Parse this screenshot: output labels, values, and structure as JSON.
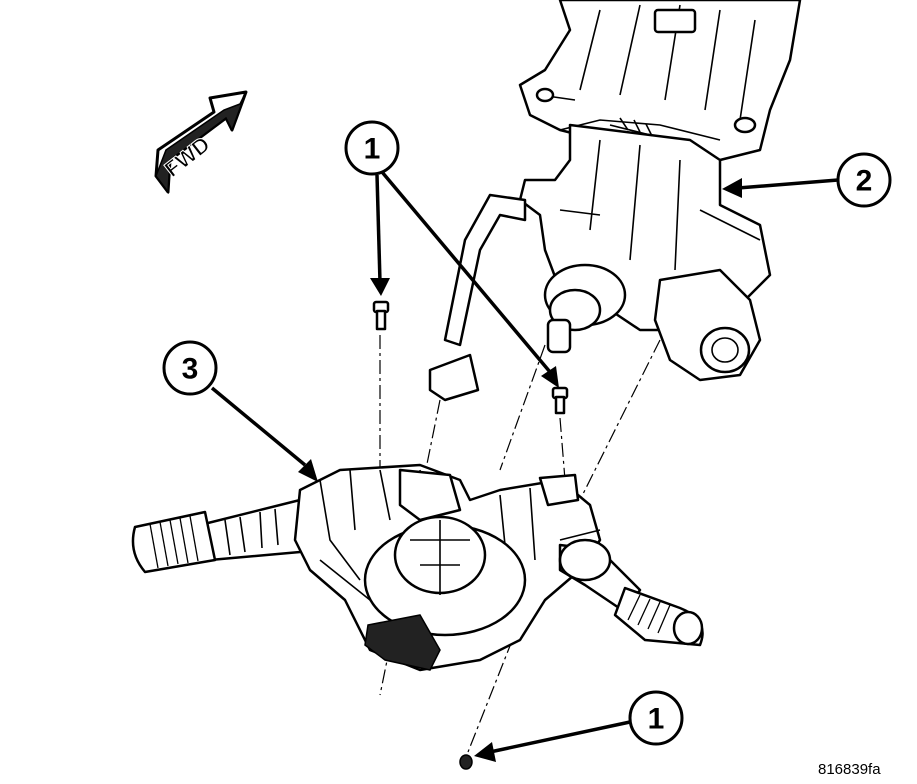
{
  "direction_arrow": {
    "label": "FWD"
  },
  "callouts": [
    {
      "id": "callout-1-top",
      "number": "1"
    },
    {
      "id": "callout-2",
      "number": "2"
    },
    {
      "id": "callout-3",
      "number": "3"
    },
    {
      "id": "callout-1-bottom",
      "number": "1"
    }
  ],
  "figure_id": "816839fa",
  "colors": {
    "line": "#000000",
    "background": "#ffffff"
  }
}
